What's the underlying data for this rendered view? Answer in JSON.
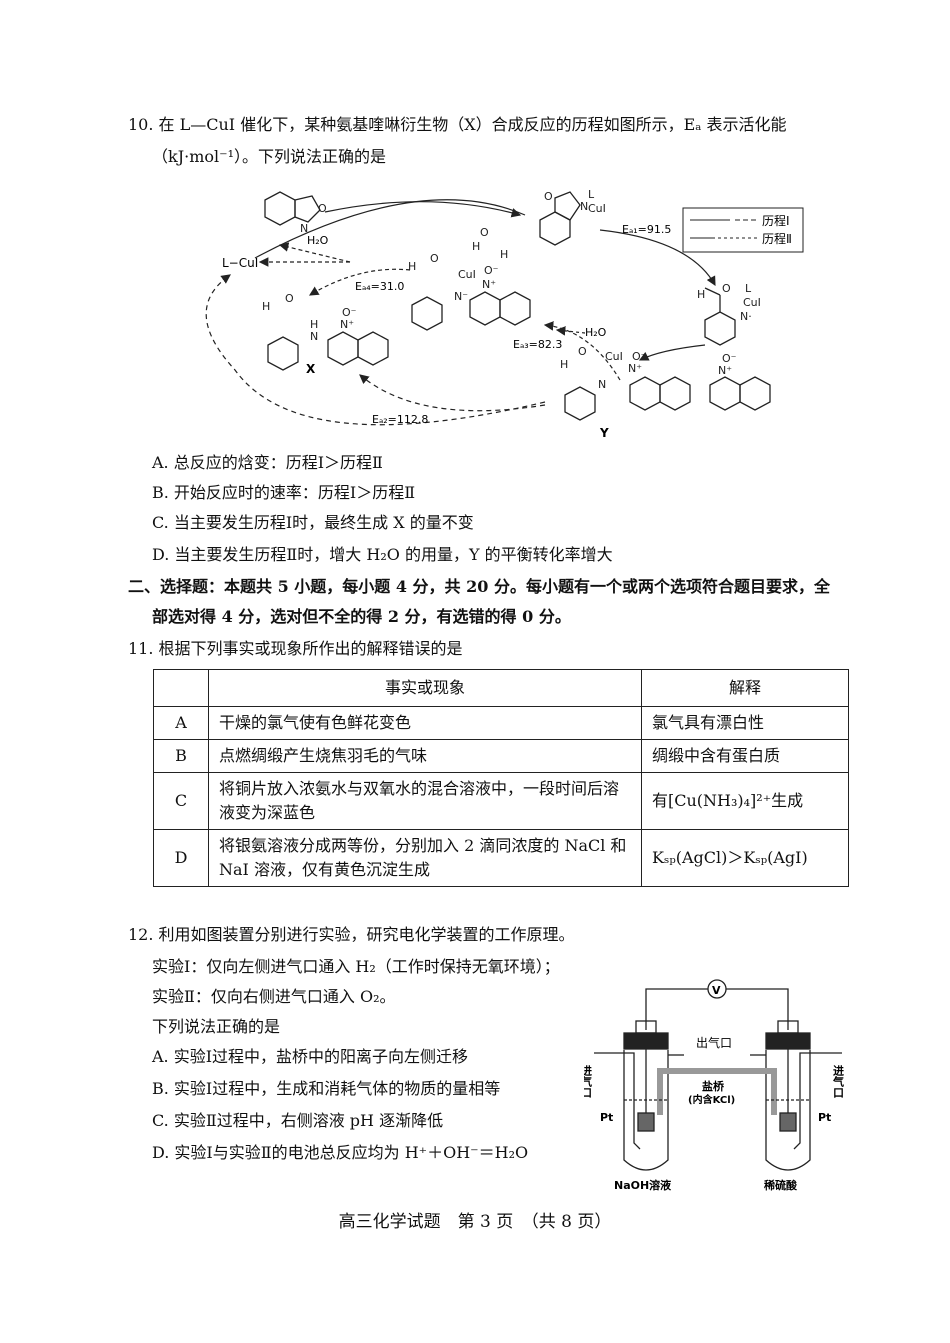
{
  "q10": {
    "line1": "10. 在 L—CuI 催化下，某种氨基喹啉衍生物（X）合成反应的历程如图所示，Eₐ 表示活化能",
    "line2": "（kJ·mol⁻¹）。下列说法正确的是",
    "diagram": {
      "legend1": "历程Ⅰ",
      "legend2": "历程Ⅱ",
      "ea1": "Eₐ₁=91.5",
      "ea2": "Eₐ₂=112.8",
      "ea3": "Eₐ₃=82.3",
      "ea4": "Eₐ₄=31.0",
      "lcui": "L−CuI",
      "h2o": "H₂O",
      "x": "X",
      "y": "Y"
    },
    "options": [
      "A. 总反应的焓变：历程Ⅰ＞历程Ⅱ",
      "B. 开始反应时的速率：历程Ⅰ＞历程Ⅱ",
      "C. 当主要发生历程Ⅰ时，最终生成 X 的量不变",
      "D. 当主要发生历程Ⅱ时，增大 H₂O 的用量，Y 的平衡转化率增大"
    ]
  },
  "section2": {
    "line1": "二、选择题：本题共 5 小题，每小题 4 分，共 20 分。每小题有一个或两个选项符合题目要求，全",
    "line2": "部选对得 4 分，选对但不全的得 2 分，有选错的得 0 分。"
  },
  "q11": {
    "stem": "11. 根据下列事实或现象所作出的解释错误的是",
    "headers": [
      "",
      "事实或现象",
      "解释"
    ],
    "rows": [
      {
        "key": "A",
        "fact": "干燥的氯气使有色鲜花变色",
        "expl": "氯气具有漂白性"
      },
      {
        "key": "B",
        "fact": "点燃绸缎产生烧焦羽毛的气味",
        "expl": "绸缎中含有蛋白质"
      },
      {
        "key": "C",
        "fact": "将铜片放入浓氨水与双氧水的混合溶液中，一段时间后溶液变为深蓝色",
        "expl": "有[Cu(NH₃)₄]²⁺生成"
      },
      {
        "key": "D",
        "fact": "将银氨溶液分成两等份，分别加入 2 滴同浓度的 NaCl 和 NaI 溶液，仅有黄色沉淀生成",
        "expl": "Kₛₚ(AgCl)＞Kₛₚ(AgI)"
      }
    ]
  },
  "q12": {
    "stem": "12. 利用如图装置分别进行实验，研究电化学装置的工作原理。",
    "exp1": "实验Ⅰ：仅向左侧进气口通入 H₂（工作时保持无氧环境）；",
    "exp2": "实验Ⅱ：仅向右侧进气口通入 O₂。",
    "ask": "下列说法正确的是",
    "options": [
      "A. 实验Ⅰ过程中，盐桥中的阳离子向左侧迁移",
      "B. 实验Ⅰ过程中，生成和消耗气体的物质的量相等",
      "C. 实验Ⅱ过程中，右侧溶液 pH 逐渐降低",
      "D. 实验Ⅰ与实验Ⅱ的电池总反应均为 H⁺＋OH⁻＝H₂O"
    ],
    "apparatus": {
      "voltmeter": "V",
      "outlet": "出气口",
      "inlet_left": "进气口",
      "inlet_right": "进气口",
      "salt_bridge": "盐桥",
      "salt_bridge_note": "(内含KCl)",
      "pt_left": "Pt",
      "pt_right": "Pt",
      "sol_left": "NaOH溶液",
      "sol_right": "稀硫酸"
    }
  },
  "footer": "高三化学试题　第 3 页　（共 8 页）"
}
